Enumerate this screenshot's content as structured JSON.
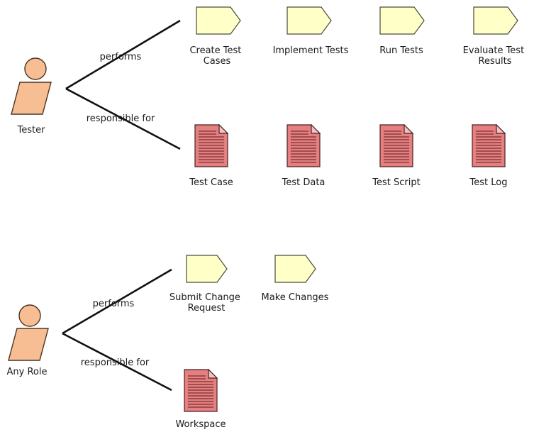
{
  "roles": [
    {
      "name": "Tester",
      "performs_label": "performs",
      "responsible_label": "responsible for",
      "tasks": [
        {
          "label_lines": [
            "Create Test",
            "Cases"
          ]
        },
        {
          "label_lines": [
            "Implement Tests"
          ]
        },
        {
          "label_lines": [
            "Run Tests"
          ]
        },
        {
          "label_lines": [
            "Evaluate Test",
            "Results"
          ]
        }
      ],
      "artifacts": [
        {
          "label": "Test Case"
        },
        {
          "label": "Test Data"
        },
        {
          "label": "Test Script"
        },
        {
          "label": "Test Log"
        }
      ]
    },
    {
      "name": "Any Role",
      "performs_label": "performs",
      "responsible_label": "responsible for",
      "tasks": [
        {
          "label_lines": [
            "Submit Change",
            "Request"
          ]
        },
        {
          "label_lines": [
            "Make Changes"
          ]
        }
      ],
      "artifacts": [
        {
          "label": "Workspace"
        }
      ]
    }
  ],
  "colors": {
    "task_fill": "#ffffc8",
    "artifact_fill": "#e57f80",
    "actor_fill": "#f7be93",
    "connector": "#111111"
  },
  "icons": {
    "role": "role-actor-icon",
    "task": "task-pentagon-icon",
    "artifact": "artifact-document-icon"
  }
}
